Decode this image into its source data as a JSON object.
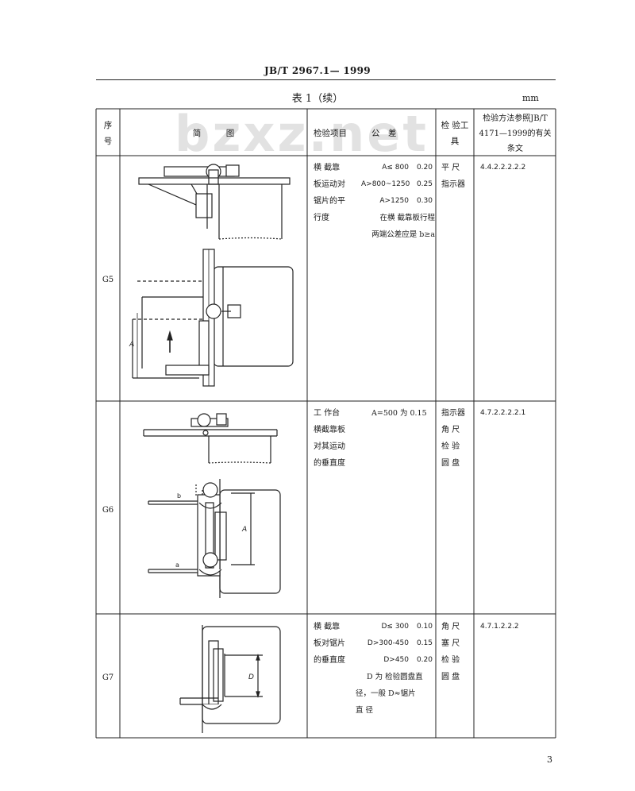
{
  "header": {
    "standard": "JB/T  2967.1— 1999"
  },
  "table": {
    "title": "表 1（续）",
    "unit": "mm",
    "columns": {
      "no": "序号",
      "diagram": "简　　　图",
      "item": "检验项目",
      "tolerance": "公　差",
      "tools": "检 验工 具",
      "method": "检验方法参照JB/T 4171—1999的有关条文"
    },
    "rows": [
      {
        "no": "G5",
        "item_lines": [
          "横 截靠",
          "板运动对",
          "锯片的平",
          "行度"
        ],
        "tolerance": [
          {
            "cond": "A≤ 800",
            "val": "0.20"
          },
          {
            "cond": "A>800~1250",
            "val": "0.25"
          },
          {
            "cond": "A>1250",
            "val": "0.30"
          }
        ],
        "tolerance_note": [
          "在横 截靠板行程",
          "两端公差应是 b≥a"
        ],
        "tools_lines": [
          "平 尺",
          "指示器"
        ],
        "method": "4.4.2.2.2.2.2",
        "diagram_labels": {
          "a": "A"
        }
      },
      {
        "no": "G6",
        "item_lines": [
          "工 作台",
          "横截靠板",
          "对其运动",
          "的垂直度"
        ],
        "tolerance_text": "A=500 为  0.15",
        "tools_lines": [
          "指示器",
          "角 尺",
          "检 验",
          "圆 盘"
        ],
        "method": "4.7.2.2.2.2.1",
        "diagram_labels": {
          "a": "A",
          "b": "b",
          "c": "a"
        }
      },
      {
        "no": "G7",
        "item_lines": [
          "横 截靠",
          "板对锯片",
          "的垂直度"
        ],
        "tolerance": [
          {
            "cond": "D≤ 300",
            "val": "0.10"
          },
          {
            "cond": "D>300-450",
            "val": "0.15"
          },
          {
            "cond": "D>450",
            "val": "0.20"
          }
        ],
        "tolerance_note": [
          "D 为 检验圆盘直",
          "径，一般 D≈锯片",
          "直 径"
        ],
        "tools_lines": [
          "角 尺",
          "塞 尺",
          "检 验",
          "圆 盘"
        ],
        "method": "4.7.1.2.2.2",
        "diagram_labels": {
          "a": "D"
        }
      }
    ]
  },
  "watermark": "bzxz.net",
  "page_number": "3"
}
